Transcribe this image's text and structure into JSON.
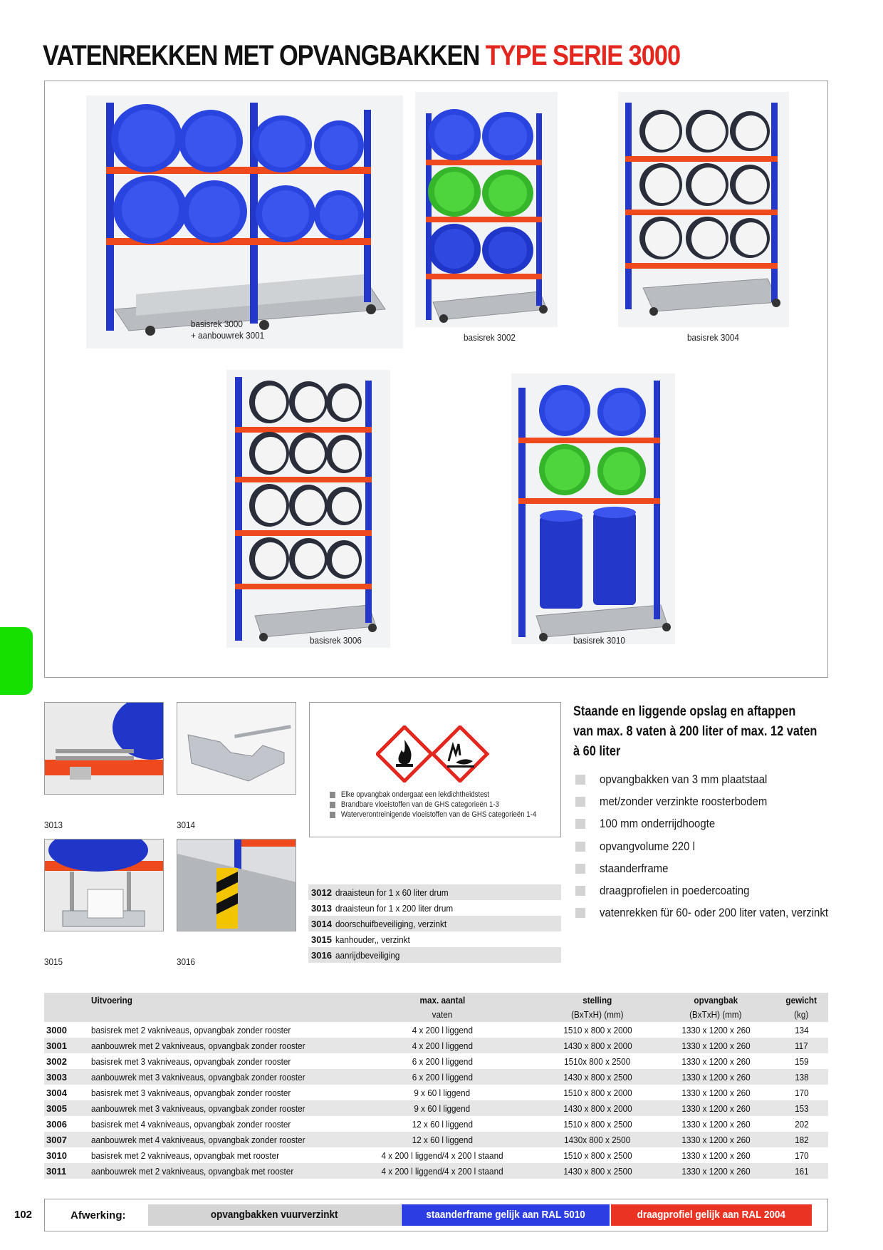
{
  "title": {
    "part1": "VATENREKKEN MET OPVANGBAKKEN",
    "part2": "TYPE SERIE 3000"
  },
  "photos": [
    {
      "caption_line1": "basisrek 3000",
      "caption_line2": "+ aanbouwrek 3001"
    },
    {
      "caption_line1": "basisrek 3002"
    },
    {
      "caption_line1": "basisrek 3004"
    },
    {
      "caption_line1": "basisrek 3006"
    },
    {
      "caption_line1": "basisrek 3010"
    }
  ],
  "accessory_images": [
    "3013",
    "3014",
    "3015",
    "3016"
  ],
  "hazard": {
    "icons": [
      "flammable-pictogram",
      "environmental-hazard-pictogram"
    ],
    "notes": [
      "Elke opvangbak ondergaat een lekdichtheidstest",
      "Brandbare vloeistoffen van de GHS categorieën 1-3",
      "Waterverontreinigende vloeistoffen van de GHS categorieën 1-4"
    ]
  },
  "accessories": [
    {
      "code": "3012",
      "desc": "draaisteun for 1 x 60 liter drum"
    },
    {
      "code": "3013",
      "desc": "draaisteun for 1 x 200 liter drum"
    },
    {
      "code": "3014",
      "desc": "doorschuifbeveiliging, verzinkt"
    },
    {
      "code": "3015",
      "desc": "kanhouder,, verzinkt"
    },
    {
      "code": "3016",
      "desc": "aanrijdbeveiliging"
    }
  ],
  "features": {
    "heading_lines": [
      "Staande en liggende opslag en aftappen",
      "van max. 8 vaten à 200 liter of max. 12 vaten",
      "à 60 liter"
    ],
    "items": [
      "opvangbakken van 3 mm plaatstaal",
      "met/zonder verzinkte roosterbodem",
      "100 mm onderrijdhoogte",
      "opvangvolume 220 l",
      "staanderframe",
      "draagprofielen in poedercoating",
      "vatenrekken für 60- oder 200 liter vaten, verzinkt"
    ]
  },
  "spec_table": {
    "headers": [
      "",
      "Uitvoering",
      "max. aantal",
      "stelling",
      "opvangbak",
      "gewicht"
    ],
    "subheaders": [
      "",
      "",
      "vaten",
      "(BxTxH) (mm)",
      "(BxTxH) (mm)",
      "(kg)"
    ],
    "rows": [
      [
        "3000",
        "basisrek met 2 vakniveaus, opvangbak zonder rooster",
        "4 x 200 l liggend",
        "1510 x 800 x 2000",
        "1330 x 1200 x 260",
        "134"
      ],
      [
        "3001",
        "aanbouwrek met 2 vakniveaus, opvangbak zonder rooster",
        "4 x 200 l liggend",
        "1430 x 800 x 2000",
        "1330 x 1200 x 260",
        "117"
      ],
      [
        "3002",
        "basisrek met 3 vakniveaus, opvangbak zonder rooster",
        "6 x 200 l liggend",
        "1510x 800 x 2500",
        "1330 x 1200 x 260",
        "159"
      ],
      [
        "3003",
        "aanbouwrek met 3 vakniveaus, opvangbak zonder rooster",
        "6 x 200 l liggend",
        "1430 x 800 x 2500",
        "1330 x 1200 x 260",
        "138"
      ],
      [
        "3004",
        "basisrek met 3 vakniveaus, opvangbak zonder rooster",
        "9 x  60 l liggend",
        "1510 x 800 x 2000",
        "1330 x 1200 x 260",
        "170"
      ],
      [
        "3005",
        "aanbouwrek met 3 vakniveaus, opvangbak zonder rooster",
        "9 x  60 l liggend",
        "1430 x 800 x 2000",
        "1330 x 1200 x 260",
        "153"
      ],
      [
        "3006",
        "basisrek met 4 vakniveaus, opvangbak zonder rooster",
        "12 x  60 l liggend",
        "1510 x 800 x 2500",
        "1330 x 1200 x 260",
        "202"
      ],
      [
        "3007",
        "aanbouwrek met 4 vakniveaus, opvangbak zonder rooster",
        "12 x  60 l liggend",
        "1430x 800 x 2500",
        "1330 x 1200 x 260",
        "182"
      ],
      [
        "3010",
        "basisrek met 2 vakniveaus, opvangbak met rooster",
        "4 x 200 l liggend/4 x 200 l staand",
        "1510 x 800 x 2500",
        "1330 x 1200 x 260",
        "170"
      ],
      [
        "3011",
        "aanbouwrek met 2 vakniveaus, opvangbak met rooster",
        "4 x 200 l liggend/4 x 200 l staand",
        "1430 x 800 x 2500",
        "1330 x 1200 x 260",
        "161"
      ]
    ]
  },
  "page_number": "102",
  "footer": {
    "label": "Afwerking:",
    "items": [
      "opvangbakken vuurverzinkt",
      "staanderframe gelijk aan RAL 5010",
      "draagprofiel gelijk aan RAL 2004"
    ]
  },
  "colors": {
    "title_red": "#e3261e",
    "tab_green": "#16e000",
    "frame_blue": "#2c3ee3",
    "beam_orange": "#ea3323",
    "galvanized_grey": "#d4d4d4"
  }
}
